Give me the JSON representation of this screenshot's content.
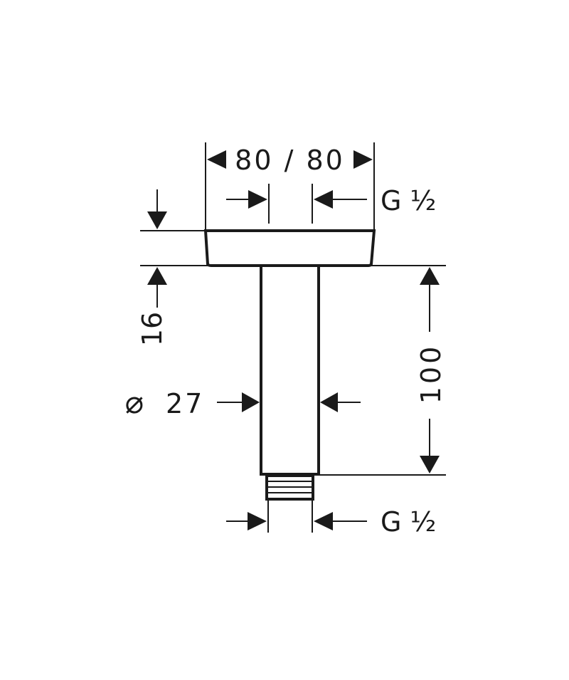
{
  "drawing": {
    "dimensions": {
      "width_label": "80 / 80",
      "top_thread_label": "G ½",
      "flange_height_label": "16",
      "diameter_symbol": "⌀",
      "diameter_value": "27",
      "length_label": "100",
      "bottom_thread_label": "G ½"
    }
  }
}
